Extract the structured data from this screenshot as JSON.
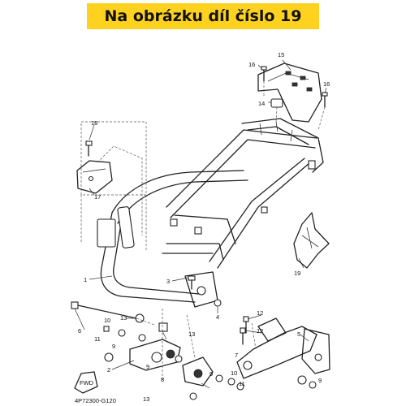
{
  "banner": {
    "text": "Na obrázku díl číslo 19"
  },
  "diagram_code": "4P72300-G120",
  "fwd_label": "FWD",
  "callouts": {
    "c1": "1",
    "c2": "2",
    "c3": "3",
    "c4": "4",
    "c5": "5",
    "c6": "6",
    "c7": "7",
    "c8": "8",
    "c9a": "9",
    "c9b": "9",
    "c9c": "9",
    "c9d": "9",
    "c10a": "10",
    "c10b": "10",
    "c11a": "11",
    "c11b": "11",
    "c12a": "12",
    "c12b": "12",
    "c13a": "13",
    "c13b": "13",
    "c13c": "13",
    "c14": "14",
    "c15": "15",
    "c16a": "16",
    "c16b": "16",
    "c17": "17",
    "c18": "18",
    "c19": "19"
  },
  "colors": {
    "banner_bg": "#ffd21f",
    "line": "#222222"
  }
}
